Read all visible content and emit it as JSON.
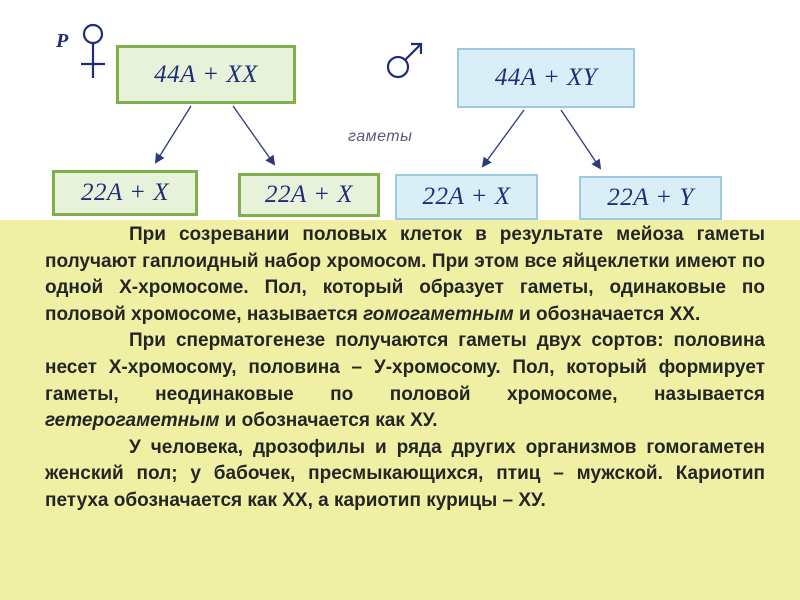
{
  "diagram": {
    "parent_label": "P",
    "female_symbol": "♀",
    "male_symbol": "♂",
    "female_parent": "44A + XX",
    "male_parent": "44A + XY",
    "gametes_label": "гаметы",
    "female_gametes": [
      "22A + X",
      "22A + X"
    ],
    "male_gametes": [
      "22A + X",
      "22A + Y"
    ],
    "colors": {
      "text": "#1e2d78",
      "green_border": "#7fb04c",
      "blue_border": "#9ccbe0",
      "background": "#f0f0a4"
    }
  },
  "text": {
    "p1_a": "При созревании половых клеток в результате мейоза гаметы получают гаплоидный набор хромосом. При этом все яйцеклетки имеют по одной Х-хромосоме. Пол, который образует гаметы, одинаковые по половой хромосоме, называется ",
    "p1_term": "гомогаметным",
    "p1_b": " и обозначается ХХ.",
    "p2_a": "При сперматогенезе получаются гаметы двух сортов: половина несет Х-хромосому, половина – У-хромосому. Пол, который формирует гаметы, неодинаковые по половой хромосоме, называется ",
    "p2_term": "гетерогаметным",
    "p2_b": " и обозначается как ХУ.",
    "p3": "У человека, дрозофилы и ряда других организмов гомогаметен женский пол; у бабочек, пресмыкающихся, птиц – мужской. Кариотип петуха обозначается как ХХ, а кариотип курицы – ХУ."
  }
}
